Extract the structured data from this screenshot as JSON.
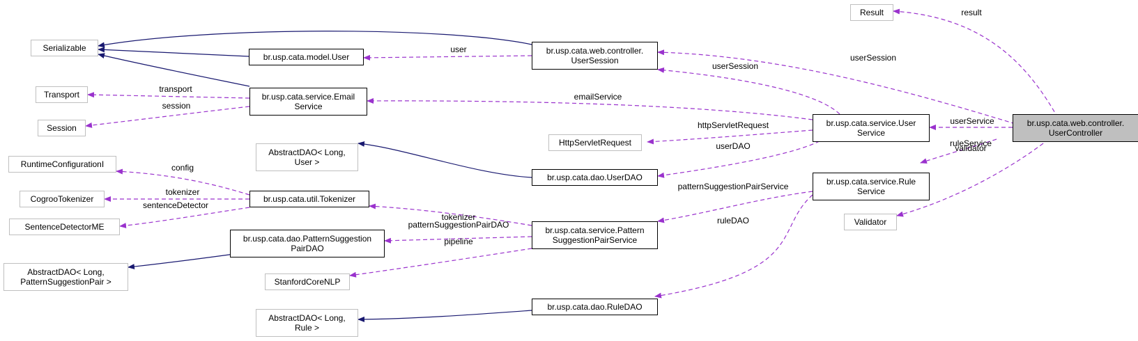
{
  "nodes": {
    "result": [
      "Result"
    ],
    "serializable": [
      "Serializable"
    ],
    "model_user": [
      "br.usp.cata.model.User"
    ],
    "user_session": [
      "br.usp.cata.web.controller.",
      "UserSession"
    ],
    "transport": [
      "Transport"
    ],
    "session": [
      "Session"
    ],
    "email_service": [
      "br.usp.cata.service.Email",
      "Service"
    ],
    "user_service": [
      "br.usp.cata.service.User",
      "Service"
    ],
    "user_controller": [
      "br.usp.cata.web.controller.",
      "UserController"
    ],
    "http_request": [
      "HttpServletRequest"
    ],
    "abstract_dao_user": [
      "AbstractDAO< Long,",
      "User >"
    ],
    "user_dao": [
      "br.usp.cata.dao.UserDAO"
    ],
    "runtime_config": [
      "RuntimeConfigurationI"
    ],
    "rule_service": [
      "br.usp.cata.service.Rule",
      "Service"
    ],
    "cogroo_tokenizer": [
      "CogrooTokenizer"
    ],
    "tokenizer": [
      "br.usp.cata.util.Tokenizer"
    ],
    "sentence_detector": [
      "SentenceDetectorME"
    ],
    "validator": [
      "Validator"
    ],
    "pattern_pair_dao": [
      "br.usp.cata.dao.PatternSuggestion",
      "PairDAO"
    ],
    "pattern_pair_service": [
      "br.usp.cata.service.Pattern",
      "SuggestionPairService"
    ],
    "abstract_dao_pair": [
      "AbstractDAO< Long,",
      "PatternSuggestionPair >"
    ],
    "stanford_nlp": [
      "StanfordCoreNLP"
    ],
    "rule_dao": [
      "br.usp.cata.dao.RuleDAO"
    ],
    "abstract_dao_rule": [
      "AbstractDAO< Long,",
      "Rule >"
    ]
  },
  "edge_labels": {
    "result": "result",
    "user_session_ctrl": "userSession",
    "user": "user",
    "user_session_svc": "userSession",
    "transport": "transport",
    "email_service": "emailService",
    "session": "session",
    "user_service": "userService",
    "http_request": "httpServletRequest",
    "rule_service": "ruleService",
    "user_dao": "userDAO",
    "validator": "validator",
    "config": "config",
    "tokenizer_util": "tokenizer",
    "pattern_pair_service": "patternSuggestionPairService",
    "sentence_detector": "sentenceDetector",
    "tokenizer_pair": "tokenizer",
    "pattern_pair_dao": "patternSuggestionPairDAO",
    "rule_dao": "ruleDAO",
    "pipeline": "pipeline"
  },
  "colors": {
    "inheritance": "#191970",
    "usage": "#9a32cd",
    "external_border": "#bfbfbf",
    "focus_fill": "#bfbfbf"
  }
}
